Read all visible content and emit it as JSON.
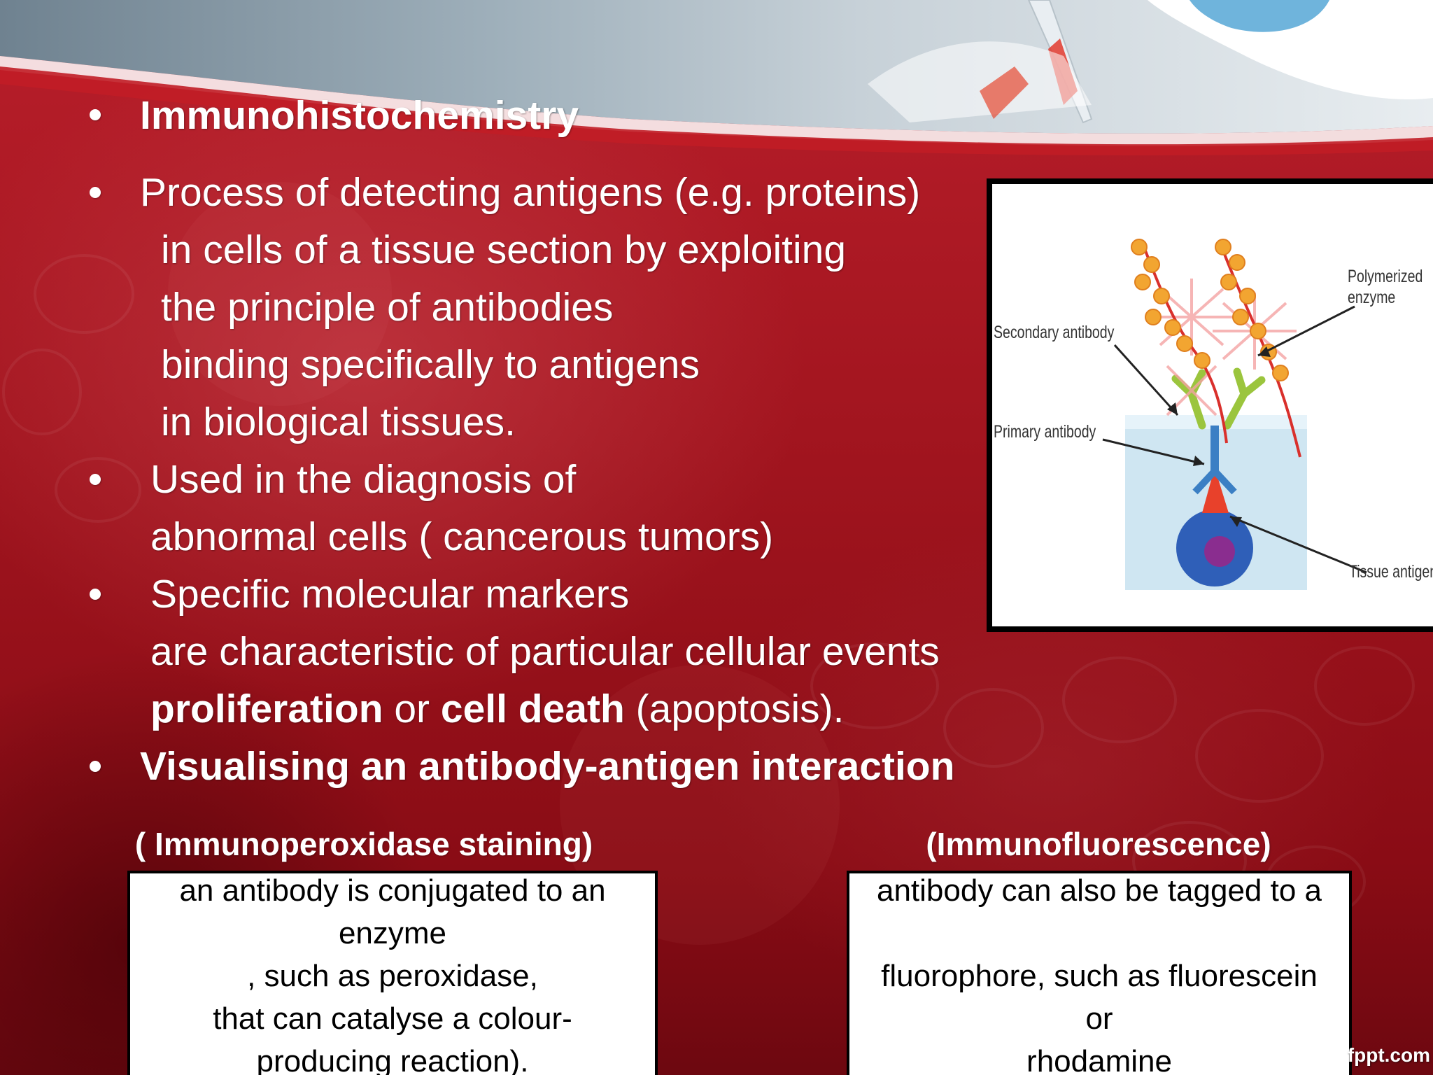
{
  "slide": {
    "bullets": [
      {
        "text": "Immunohistochemistry",
        "bold": true
      },
      {
        "lines": [
          "Process of detecting antigens (e.g. proteins)",
          "in cells of a tissue section by exploiting",
          "the principle of antibodies",
          "binding specifically to antigens",
          "in biological tissues."
        ]
      },
      {
        "lines": [
          "Used in the diagnosis of",
          "abnormal cells ( cancerous tumors)"
        ]
      },
      {
        "lines": [
          "Specific molecular markers",
          "are characteristic of particular cellular events"
        ],
        "last_line_parts": [
          {
            "text": "proliferation",
            "bold": true
          },
          {
            "text": " or ",
            "bold": false
          },
          {
            "text": "cell death",
            "bold": true
          },
          {
            "text": " (apoptosis).",
            "bold": false
          }
        ]
      },
      {
        "text": "Visualising an antibody-antigen interaction",
        "bold": true
      }
    ],
    "figure": {
      "labels": {
        "polymerized_line1": "Polymerized",
        "polymerized_line2": "enzyme",
        "secondary": "Secondary antibody",
        "primary": "Primary antibody",
        "tissue": "Tissue antigen"
      }
    },
    "left_box": {
      "title": "( Immunoperoxidase staining)",
      "lines": [
        "an antibody is conjugated to an",
        "enzyme",
        ", such as peroxidase,",
        "that can catalyse a colour-",
        "producing reaction)."
      ]
    },
    "right_box": {
      "title": "(Immunofluorescence)",
      "lines": [
        "antibody can also be tagged to a",
        "",
        "fluorophore, such as fluorescein",
        "or",
        "rhodamine"
      ]
    },
    "footer": "fppt.com",
    "colors": {
      "background": "#a2151f",
      "text": "#ffffff",
      "box": "#ffffff",
      "antibody_green": "#9bc53d",
      "antibody_blue": "#3b7fc4",
      "enzyme_orange": "#f2a531",
      "strand_red": "#d9302c"
    }
  }
}
